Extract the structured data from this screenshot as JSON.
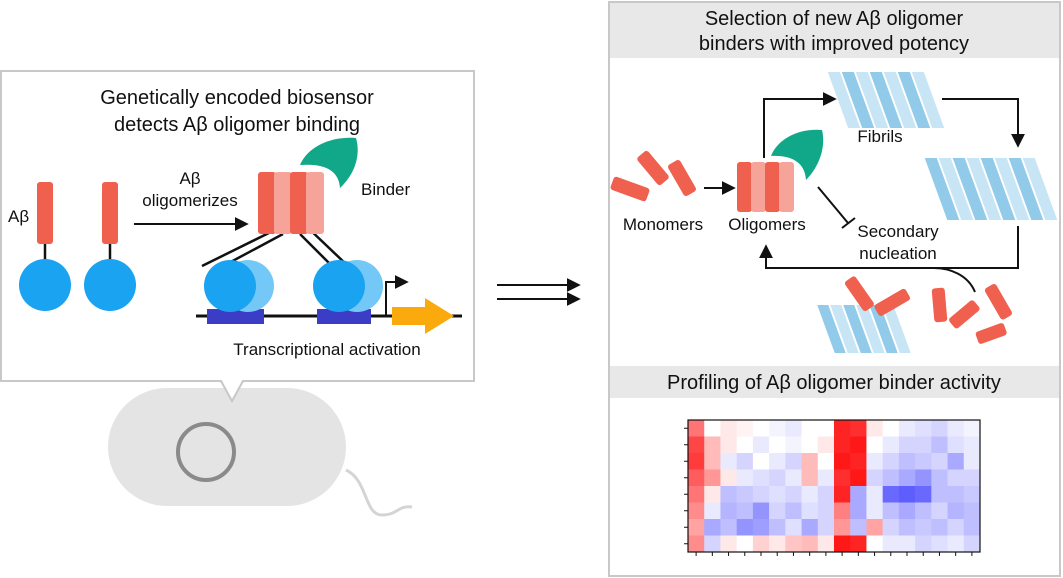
{
  "left_panel": {
    "title_line1": "Genetically encoded biosensor",
    "title_line2": "detects Aβ oligomer binding",
    "label_abeta": "Aβ",
    "label_oligomerizes_line1": "Aβ",
    "label_oligomerizes_line2": "oligomerizes",
    "label_binder": "Binder",
    "label_transcription": "Transcriptional activation"
  },
  "right_panel": {
    "title_line1": "Selection of new Aβ oligomer",
    "title_line2": "binders with improved potency",
    "label_fibrils": "Fibrils",
    "label_monomers": "Monomers",
    "label_oligomers": "Oligomers",
    "label_secondary_line1": "Secondary",
    "label_secondary_line2": "nucleation",
    "profiling_title": "Profiling of Aβ oligomer binder activity"
  },
  "colors": {
    "abeta": "#f0604f",
    "abeta_light": "#f6a39a",
    "binder": "#11a88a",
    "blue_circle": "#1aa3f0",
    "blue_circle_light": "#74c8f7",
    "dna_box": "#3b3dc7",
    "gene_arrow": "#fbaa0d",
    "fibril": "#92cbe9",
    "fibril_light": "#c8e5f5",
    "panel_header": "#e8e8e8",
    "cell": "#e4e4e4"
  },
  "heatmap": {
    "cols": 18,
    "rows": 8,
    "values": [
      [
        0.6,
        0.0,
        0.1,
        0.05,
        0.0,
        -0.05,
        -0.1,
        0.0,
        0.0,
        0.95,
        0.9,
        0.1,
        0.0,
        -0.1,
        -0.15,
        -0.2,
        -0.1,
        -0.05
      ],
      [
        0.8,
        0.3,
        0.1,
        0.0,
        -0.1,
        0.0,
        -0.05,
        0.0,
        0.1,
        0.95,
        1.0,
        0.0,
        -0.1,
        -0.2,
        -0.2,
        -0.3,
        -0.15,
        -0.1
      ],
      [
        0.85,
        0.3,
        -0.1,
        -0.2,
        0.0,
        -0.1,
        -0.2,
        0.3,
        0.0,
        1.0,
        0.95,
        -0.1,
        -0.2,
        -0.3,
        -0.25,
        -0.2,
        -0.4,
        -0.1
      ],
      [
        0.7,
        0.45,
        0.1,
        -0.1,
        -0.15,
        -0.2,
        -0.1,
        0.3,
        -0.1,
        0.9,
        1.0,
        -0.2,
        -0.3,
        -0.4,
        -0.5,
        -0.3,
        -0.2,
        -0.2
      ],
      [
        0.6,
        0.1,
        -0.3,
        -0.25,
        -0.2,
        -0.15,
        -0.2,
        -0.1,
        -0.2,
        0.95,
        -0.4,
        -0.1,
        -0.7,
        -0.75,
        -0.7,
        -0.3,
        -0.3,
        -0.25
      ],
      [
        0.5,
        -0.1,
        -0.35,
        -0.3,
        -0.5,
        -0.2,
        -0.3,
        -0.15,
        -0.2,
        0.55,
        -0.4,
        -0.1,
        -0.3,
        -0.4,
        -0.3,
        -0.2,
        -0.35,
        -0.3
      ],
      [
        0.4,
        -0.4,
        -0.3,
        -0.5,
        -0.45,
        -0.3,
        -0.15,
        -0.4,
        -0.2,
        0.45,
        -0.3,
        0.4,
        -0.2,
        -0.3,
        -0.25,
        -0.3,
        -0.2,
        -0.3
      ],
      [
        0.5,
        -0.2,
        0.1,
        0.0,
        0.2,
        0.1,
        0.25,
        0.3,
        0.1,
        1.0,
        0.95,
        0.0,
        -0.1,
        -0.1,
        -0.2,
        -0.15,
        -0.1,
        -0.2
      ]
    ]
  }
}
